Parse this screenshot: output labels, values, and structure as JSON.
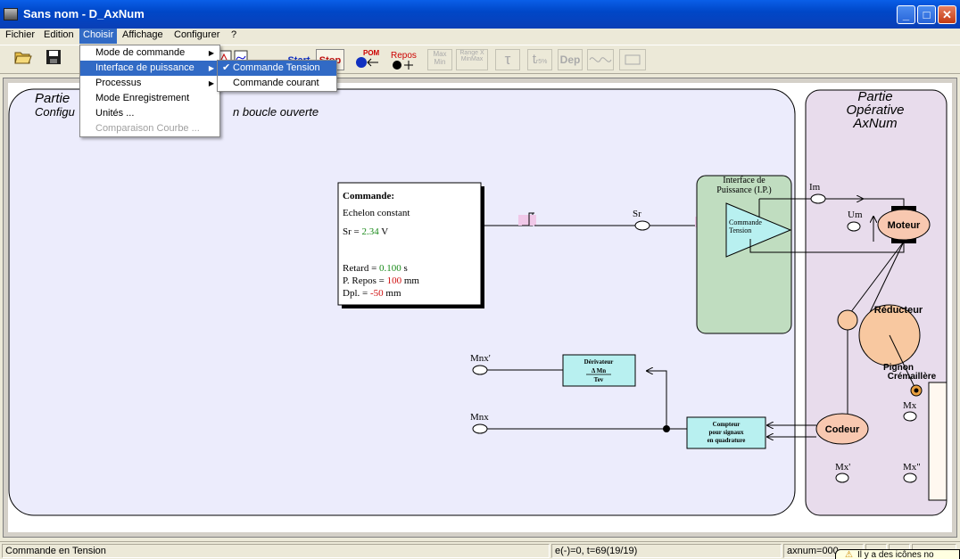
{
  "window": {
    "title": "Sans nom - D_AxNum",
    "minimize": "_",
    "maximize": "□",
    "close": "✕"
  },
  "menubar": {
    "items": [
      "Fichier",
      "Edition",
      "Choisir",
      "Affichage",
      "Configurer",
      "?"
    ]
  },
  "toolbar": {
    "start": "Start",
    "stop": "Stop",
    "pom": "POM",
    "repos": "Repos",
    "max": "Max",
    "min": "Min",
    "range_x": "Range X",
    "min_max": "MinMax",
    "tau": "τ",
    "tr5": "t",
    "tr5_sub": "r5%",
    "dep": "Dep"
  },
  "choisir_menu": {
    "items": [
      {
        "label": "Mode de commande",
        "submenu": true,
        "state": "normal"
      },
      {
        "label": "Interface de puissance",
        "submenu": true,
        "state": "selected"
      },
      {
        "label": "Processus",
        "submenu": true,
        "state": "normal"
      },
      {
        "label": "Mode Enregistrement",
        "submenu": false,
        "state": "normal"
      },
      {
        "label": "Unités ...",
        "submenu": false,
        "state": "normal"
      },
      {
        "label": "Comparaison Courbe ...",
        "submenu": false,
        "state": "disabled"
      }
    ]
  },
  "interface_submenu": {
    "items": [
      {
        "label": "Commande Tension",
        "checked": true,
        "state": "selected"
      },
      {
        "label": "Commande courant",
        "checked": false,
        "state": "normal"
      }
    ]
  },
  "diagram": {
    "left_panel_title": "Partie",
    "left_panel_subtitle_a": "Configu",
    "left_panel_subtitle_b": "n boucle ouverte",
    "right_panel_title": [
      "Partie",
      "Opérative",
      "AxNum"
    ],
    "commande_box": {
      "title": "Commande:",
      "type": "Echelon constant",
      "sr_label": "Sr = ",
      "sr_value": "2.34",
      "sr_unit": " V",
      "retard_label": "Retard = ",
      "retard_value": "0.100",
      "retard_unit": " s",
      "repos_label": "P. Repos = ",
      "repos_value": "100",
      "repos_unit": " mm",
      "dpl_label": "Dpl. = ",
      "dpl_value": "-50",
      "dpl_unit": " mm"
    },
    "sr": "Sr",
    "ip_title": [
      "Interface de",
      "Puissance (I.P.)"
    ],
    "ip_block": [
      "Commande",
      "Tension"
    ],
    "im": "Im",
    "um": "Um",
    "moteur": "Moteur",
    "reducteur": "Réducteur",
    "pignon": [
      "Pignon",
      "Crémaillère"
    ],
    "codeur": "Codeur",
    "mx": "Mx",
    "mx_prime": "Mx'",
    "mx_dbl": "Mx\"",
    "mnx_prime": "Mnx'",
    "mnx": "Mnx",
    "derivateur": [
      "Dérivateur",
      "Δ Mn",
      "Tev"
    ],
    "compteur": [
      "Compteur",
      "pour signaux",
      "en quadrature"
    ]
  },
  "statusbar": {
    "mode": "Commande en Tension",
    "time": "e(-)=0, t=69(19/19)",
    "axnum": "axnum=000",
    "warning": "Il y a des icônes no"
  },
  "colors": {
    "value_green": "#1a8a1a",
    "value_red": "#d01010",
    "accent": "#316ac5"
  }
}
